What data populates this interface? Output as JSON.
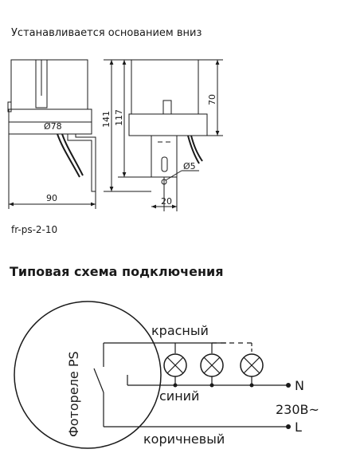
{
  "header": {
    "install_note": "Устанавливается основанием вниз",
    "model_code": "fr-ps-2-10"
  },
  "drawing": {
    "dims": {
      "diameter_body": "Ø78",
      "width": "90",
      "height_total": "141",
      "height_mount": "117",
      "height_body": "70",
      "diameter_hole": "Ø5",
      "offset": "20"
    }
  },
  "schematic": {
    "title": "Типовая схема подключения",
    "device_label": "Фотореле PS",
    "wire_red": "красный",
    "wire_blue": "синий",
    "wire_brown": "коричневый",
    "terminal_n": "N",
    "terminal_l": "L",
    "voltage": "230В~"
  }
}
